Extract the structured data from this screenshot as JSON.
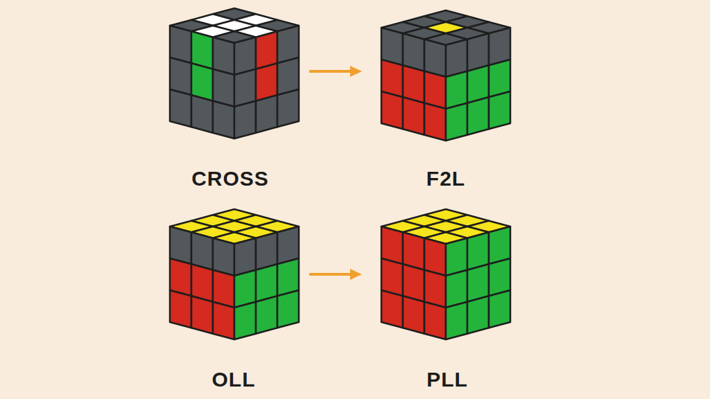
{
  "diagram": {
    "labels": [
      "CROSS",
      "F2L",
      "OLL",
      "PLL"
    ]
  }
}
